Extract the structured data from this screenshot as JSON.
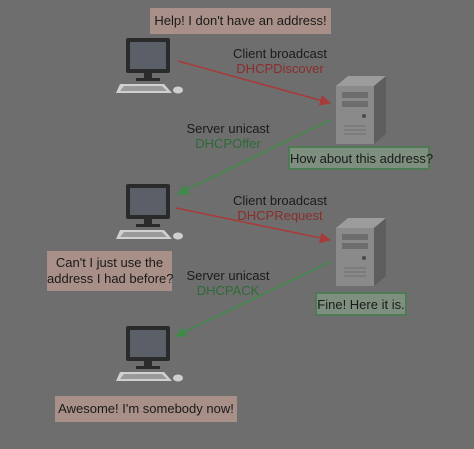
{
  "colors": {
    "background": "#6e6e6e",
    "client_arrow": "#a63c3a",
    "server_arrow": "#3f8a49",
    "client_box": "#a89088",
    "server_box": "#7f8f7f"
  },
  "messages": {
    "m1": "Help! I don't have an address!",
    "m2": "How about this address?",
    "m3_line1": "Can't I just use the",
    "m3_line2": "address I had before?",
    "m4": "Fine! Here it is.",
    "m5": "Awesome! I'm somebody now!"
  },
  "steps": [
    {
      "type": "Client broadcast",
      "packet": "DHCPDiscover"
    },
    {
      "type": "Server unicast",
      "packet": "DHCPOffer"
    },
    {
      "type": "Client broadcast",
      "packet": "DHCPRequest"
    },
    {
      "type": "Server unicast",
      "packet": "DHCPACK"
    }
  ],
  "icons": {
    "client": "client-computer-icon",
    "server": "server-tower-icon"
  }
}
